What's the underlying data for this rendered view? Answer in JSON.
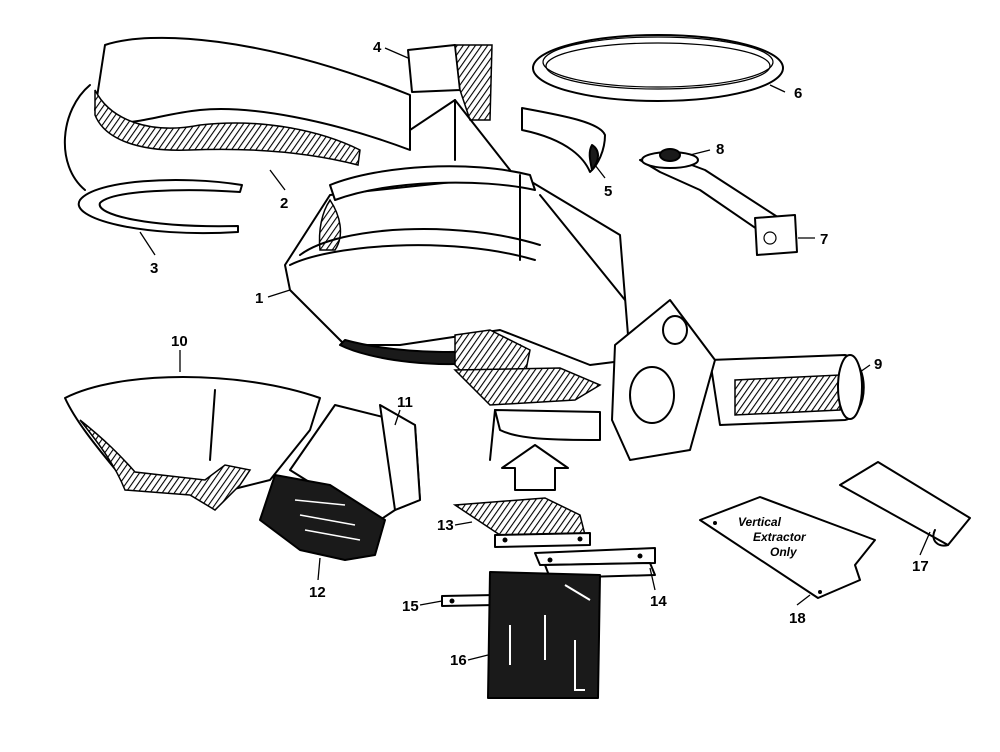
{
  "callouts": [
    "1",
    "2",
    "3",
    "4",
    "5",
    "6",
    "7",
    "8",
    "9",
    "10",
    "11",
    "12",
    "13",
    "14",
    "15",
    "16",
    "17",
    "18"
  ],
  "plate_text": [
    "Vertical",
    "Extractor",
    "Only"
  ]
}
